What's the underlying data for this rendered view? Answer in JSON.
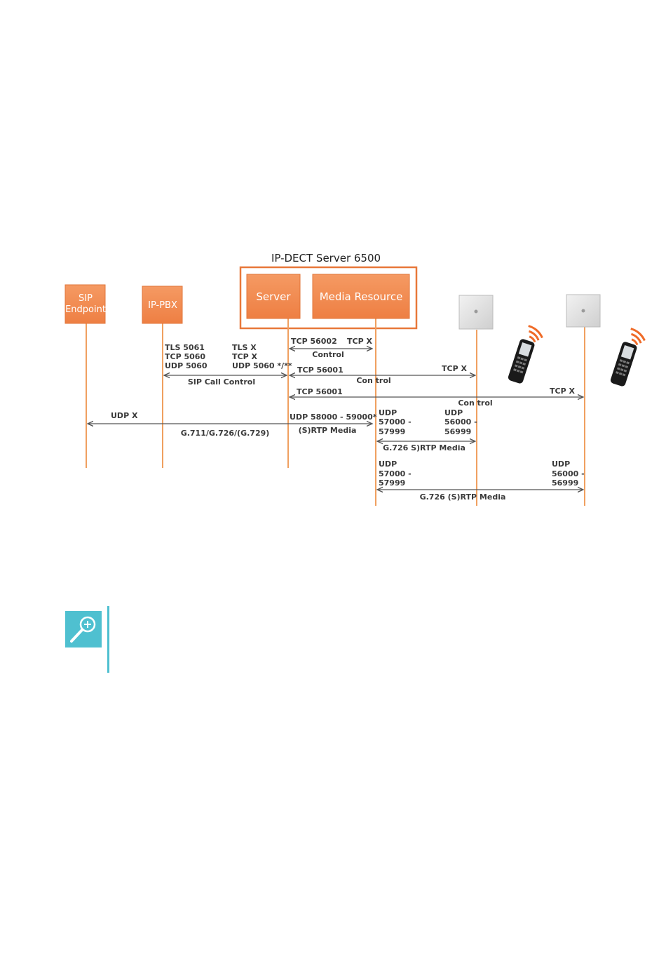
{
  "diagram": {
    "title": "IP-DECT Server 6500",
    "boxes": {
      "sip_endpoint": [
        "SIP",
        "Endpoint"
      ],
      "ip_pbx": "IP-PBX",
      "server": "Server",
      "media_resource": "Media Resource"
    },
    "labels": {
      "pbx_ports": [
        "TLS 5061",
        "TCP 5060",
        "UDP 5060"
      ],
      "server_sip_ports": [
        "TLS X",
        "TCP X",
        "UDP 5060 */**"
      ],
      "sip_call_control": "SIP Call Control",
      "tcp_56002": "TCP 56002",
      "tcp_x_media": "TCP X",
      "control_1": "Control",
      "tcp_56001_a": "TCP 56001",
      "tcp_x_base1": "TCP  X",
      "control_2": "Con trol",
      "tcp_56001_b": "TCP 56001",
      "tcp_x_base2": "TCP  X",
      "control_3": "Con trol",
      "udp_x": "UDP X",
      "codecs": "G.711/G.726/(G.729)",
      "udp_58000": "UDP 58000 - 59000*",
      "srtp_media": "(S)RTP Media",
      "mr_udp_a": [
        "UDP",
        "57000 -",
        "57999"
      ],
      "base1_udp": [
        "UDP",
        "56000 -",
        "56999"
      ],
      "g726_a": "G.726 S)RTP Media",
      "mr_udp_b": [
        "UDP",
        "57000 -",
        "57999"
      ],
      "base2_udp": [
        "UDP",
        "56000 -",
        "56999"
      ],
      "g726_b": "G.726 (S)RTP Media"
    }
  },
  "note": {
    "icon": "magnifier-plus-icon",
    "color": "#4fc0d0"
  },
  "colors": {
    "orange": "#f08a4b",
    "orange_border": "#e8783a",
    "lifeline": "#f0a060",
    "arrow": "#555555"
  }
}
